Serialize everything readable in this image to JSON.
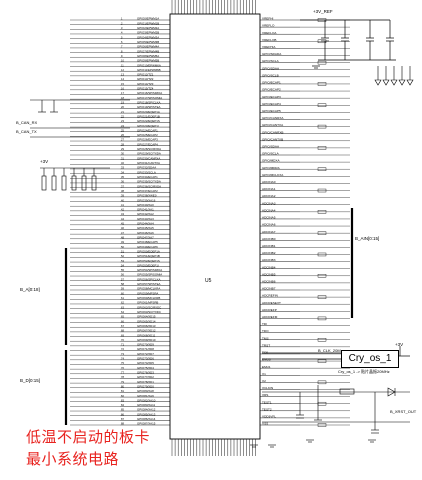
{
  "chip": {
    "ref": "U5"
  },
  "crystal": {
    "label": "Cry_os_1",
    "part_note": "Cry_os_1 -> 贴片晶振20MHz"
  },
  "annotation": {
    "line1": "低温不启动的板卡",
    "line2": "最小系统电路"
  },
  "nets": {
    "vref": "+3V_REF",
    "can_rx": "B_CAN_RX",
    "can_tx": "B_CAN_TX",
    "vcc": "+3V",
    "bus_a": "B_A[0:18]",
    "bus_d": "B_D[0:15]",
    "bus_ain": "B_AIN[0:15]",
    "clk": "B_CLK_20M",
    "reset": "B_XRST_OUT"
  },
  "left_pins": [
    "GPIO0/EPWM1A",
    "GPIO1/EPWM1B",
    "GPIO2/EPWM2A",
    "GPIO3/EPWM2B",
    "GPIO4/EPWM3A",
    "GPIO5/EPWM3B",
    "GPIO6/EPWM4A",
    "GPIO7/EPWM4B",
    "GPIO8/EPWM5A",
    "GPIO9/EPWM5B",
    "GPIO10/EPWM6A",
    "GPIO11/EPWM6B",
    "GPIO12/TZ1",
    "GPIO13/TZ2",
    "GPIO14/TZ3",
    "GPIO15/TZ4",
    "GPIO16/SPISIMOA",
    "GPIO17/SPISOMIA",
    "GPIO18/SPICLKA",
    "GPIO19/SPISTEA",
    "GPIO20/EQEP1A",
    "GPIO21/EQEP1B",
    "GPIO22/EQEP1S",
    "GPIO23/EQEP1I",
    "GPIO24/ECAP1",
    "GPIO25/ECAP2",
    "GPIO26/ECAP3",
    "GPIO27/ECAP4",
    "GPIO28/SCIRXDA",
    "GPIO29/SCITXDA",
    "GPIO30/CANRXA",
    "GPIO31/CANTXA",
    "GPIO32/SDAA",
    "GPIO33/SCLA",
    "GPIO34/ECAP1",
    "GPIO35/SCITXDA",
    "GPIO36/SCIRXDA",
    "GPIO37/ECAP2",
    "GPIO38/XWE0",
    "GPIO39/XA16",
    "GPIO40/XA0",
    "GPIO41/XA1",
    "GPIO42/XA2",
    "GPIO43/XA3",
    "GPIO44/XA4",
    "GPIO45/XA5",
    "GPIO46/XA6",
    "GPIO47/XA7",
    "GPIO48/ECAP5",
    "GPIO49/ECAP6",
    "GPIO50/EQEP1A",
    "GPIO51/EQEP1B",
    "GPIO52/EQEP1S",
    "GPIO53/EQEP1I",
    "GPIO54/SPISIMOA",
    "GPIO55/SPISOMIA",
    "GPIO56/SPICLKA",
    "GPIO57/SPISTEA",
    "GPIO58/MCLKRA",
    "GPIO59/MFSRA",
    "GPIO60/MCLKRB",
    "GPIO61/MFSRB",
    "GPIO62/SCIRXDC",
    "GPIO63/SCITXDC",
    "GPIO64/XD15",
    "GPIO65/XD14",
    "GPIO66/XD13",
    "GPIO67/XD12",
    "GPIO68/XD11",
    "GPIO69/XD10",
    "GPIO70/XD9",
    "GPIO71/XD8",
    "GPIO72/XD7",
    "GPIO73/XD6",
    "GPIO74/XD5",
    "GPIO75/XD4",
    "GPIO76/XD3",
    "GPIO77/XD2",
    "GPIO78/XD1",
    "GPIO79/XD0",
    "GPIO80/XA8",
    "GPIO81/XA9",
    "GPIO82/XA10",
    "GPIO83/XA11",
    "GPIO84/XA12",
    "GPIO85/XA13",
    "GPIO86/XA14",
    "GPIO87/XA15"
  ],
  "right_pins": [
    "VREFHI",
    "VREFLO",
    "VREFLOA",
    "VREFLOB",
    "VREFHIA",
    "GPIO/SDADA",
    "GPIO/SCLA",
    "GPIO/SDAA",
    "GPIO/SCLB",
    "GPIO/ECAP1",
    "GPIO/ECAP2",
    "GPIO/ECAP3",
    "GPIO/ECAP4",
    "GPIO/ECAP5",
    "GPIO/CANRXA",
    "GPIO/CANTXA",
    "GPIO/CANRXB",
    "GPIO/CANTXB",
    "GPIO/SDAA",
    "GPIO/SCLA",
    "GPIO/MDXA",
    "GPIO/MDRA",
    "GPIO/MCLKXA",
    "ADCINA0",
    "ADCINA1",
    "ADCINA2",
    "ADCINA3",
    "ADCINA4",
    "ADCINA5",
    "ADCINA6",
    "ADCINA7",
    "ADCINB0",
    "ADCINB1",
    "ADCINB2",
    "ADCINB3",
    "ADCINB4",
    "ADCINB5",
    "ADCINB6",
    "ADCINB7",
    "ADCREFIN",
    "ADCRESEXT",
    "ADCREFP",
    "ADCREFM",
    "TDI",
    "TDO",
    "TMS",
    "TRST",
    "TCK",
    "EMU0",
    "EMU1",
    "X1",
    "X2",
    "XCLKIN",
    "XRS",
    "TEST1",
    "TEST2",
    "VDD3VFL",
    "VSS"
  ]
}
